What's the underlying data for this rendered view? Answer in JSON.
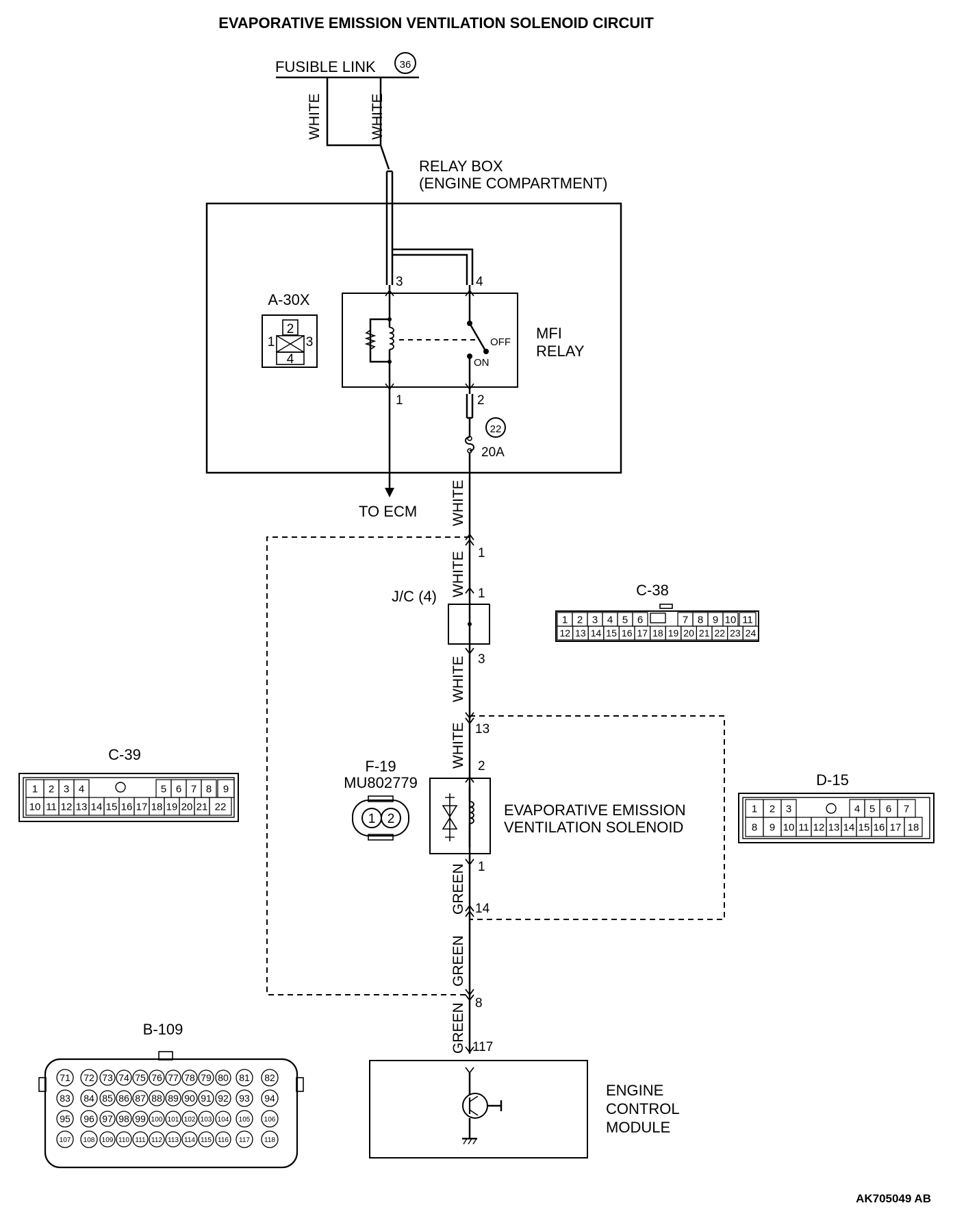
{
  "title": "EVAPORATIVE EMISSION VENTILATION SOLENOID CIRCUIT",
  "fusible_link": {
    "label": "FUSIBLE LINK",
    "number": "36"
  },
  "wire_colors": {
    "white": "WHITE",
    "green": "GREEN"
  },
  "relay_box": {
    "line1": "RELAY BOX",
    "line2": "(ENGINE COMPARTMENT)"
  },
  "relay": {
    "connector": "A-30X",
    "name_line1": "MFI",
    "name_line2": "RELAY",
    "pins": [
      "3",
      "4",
      "1",
      "2"
    ],
    "pin_icon": [
      "1",
      "2",
      "3",
      "4"
    ],
    "off": "OFF",
    "on": "ON"
  },
  "fuse": {
    "number": "22",
    "rating": "20A"
  },
  "to_ecm": "TO ECM",
  "junction": {
    "label": "J/C (4)",
    "pin_in": "1",
    "pin_out": "3"
  },
  "pins": {
    "c38_1": "1",
    "d15_13": "13",
    "sol_2": "2",
    "sol_1": "1",
    "d15_14": "14",
    "c39_8": "8",
    "ecm_117": "117"
  },
  "connectors": {
    "c38": {
      "label": "C-38",
      "top": [
        "1",
        "2",
        "3",
        "4",
        "5",
        "6",
        "7",
        "8",
        "9",
        "10",
        "11"
      ],
      "bottom": [
        "12",
        "13",
        "14",
        "15",
        "16",
        "17",
        "18",
        "19",
        "20",
        "21",
        "22",
        "23",
        "24"
      ]
    },
    "c39": {
      "label": "C-39",
      "top": [
        "1",
        "2",
        "3",
        "4",
        "5",
        "6",
        "7",
        "8",
        "9"
      ],
      "bottom": [
        "10",
        "11",
        "12",
        "13",
        "14",
        "15",
        "16",
        "17",
        "18",
        "19",
        "20",
        "21",
        "22"
      ]
    },
    "d15": {
      "label": "D-15",
      "top": [
        "1",
        "2",
        "3",
        "4",
        "5",
        "6",
        "7"
      ],
      "bottom": [
        "8",
        "9",
        "10",
        "11",
        "12",
        "13",
        "14",
        "15",
        "16",
        "17",
        "18"
      ]
    },
    "f19": {
      "label": "F-19",
      "part": "MU802779",
      "pins": [
        "1",
        "2"
      ]
    },
    "b109": {
      "label": "B-109"
    }
  },
  "solenoid": {
    "line1": "EVAPORATIVE EMISSION",
    "line2": "VENTILATION SOLENOID"
  },
  "ecm": {
    "line1": "ENGINE",
    "line2": "CONTROL",
    "line3": "MODULE"
  },
  "figure_code": "AK705049 AB",
  "colors": {
    "ink": "#000000",
    "background": "#ffffff"
  }
}
